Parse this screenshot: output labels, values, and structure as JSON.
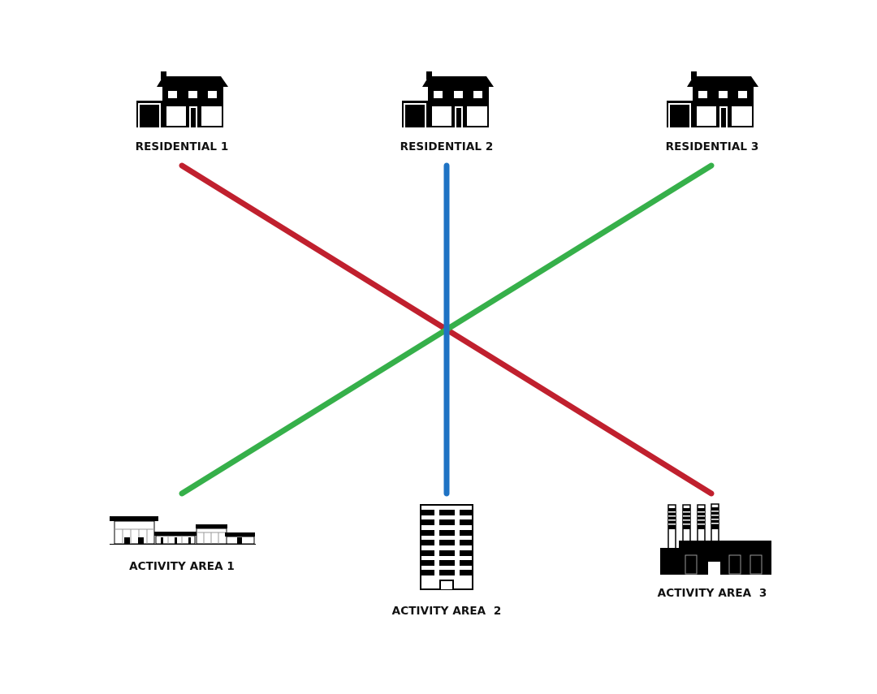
{
  "diagram": {
    "colors": {
      "red": "#c0202e",
      "blue": "#1f73c4",
      "green": "#36b04a",
      "icon": "#000000",
      "background": "#ffffff"
    },
    "nodes": {
      "residential_1": {
        "label": "RESIDENTIAL 1",
        "icon": "house-icon"
      },
      "residential_2": {
        "label": "RESIDENTIAL 2",
        "icon": "house-icon"
      },
      "residential_3": {
        "label": "RESIDENTIAL 3",
        "icon": "house-icon"
      },
      "activity_1": {
        "label": "ACTIVITY AREA 1",
        "icon": "warehouse-icon"
      },
      "activity_2": {
        "label": "ACTIVITY AREA  2",
        "icon": "office-tower-icon"
      },
      "activity_3": {
        "label": "ACTIVITY AREA  3",
        "icon": "factory-icon"
      }
    },
    "links": [
      {
        "from": "RESIDENTIAL 1",
        "to": "ACTIVITY AREA 3",
        "color": "red"
      },
      {
        "from": "RESIDENTIAL 3",
        "to": "ACTIVITY AREA 1",
        "color": "green"
      },
      {
        "from": "RESIDENTIAL 2",
        "to": "ACTIVITY AREA 2",
        "color": "blue"
      }
    ]
  }
}
